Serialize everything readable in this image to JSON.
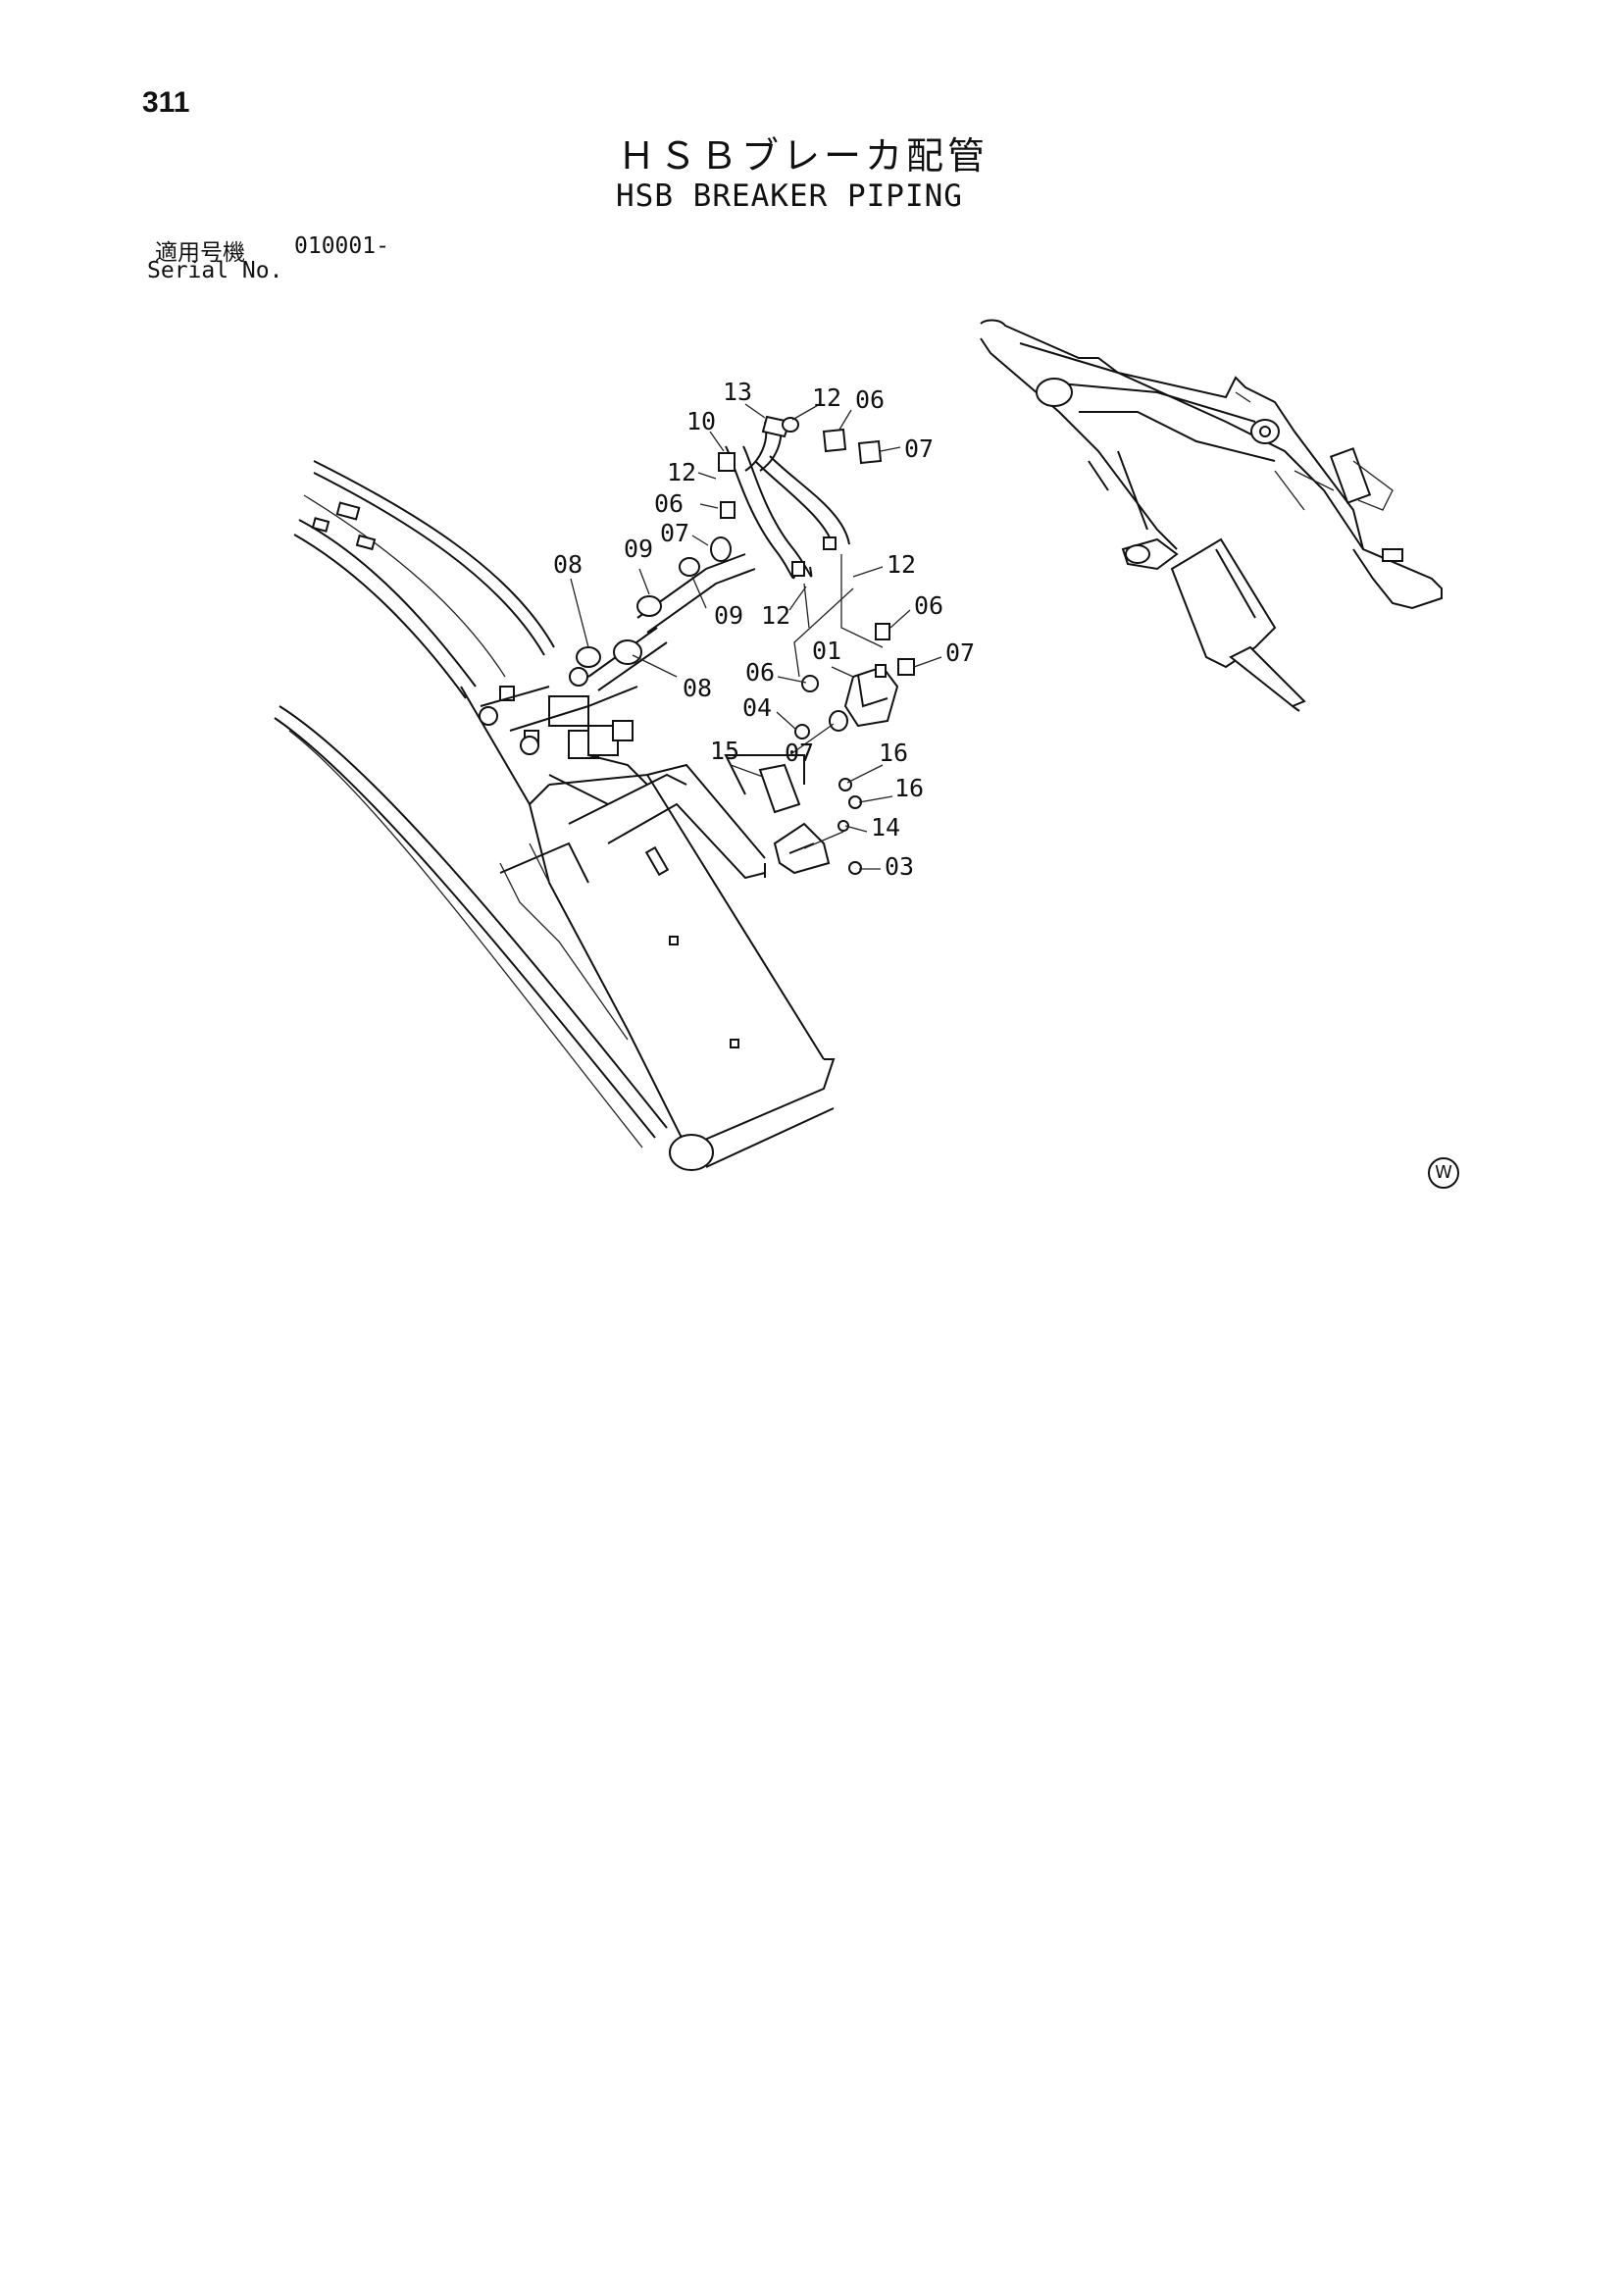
{
  "page": {
    "number": "311",
    "title_jp": "ＨＳＢブレーカ配管",
    "title_en": "HSB BREAKER PIPING",
    "serial_jp": "適用号機",
    "serial_value": "010001-",
    "serial_en": "Serial No.",
    "version_mark": "W"
  },
  "callouts": [
    {
      "id": "13a",
      "label": "13"
    },
    {
      "id": "12a",
      "label": "12"
    },
    {
      "id": "06a",
      "label": "06"
    },
    {
      "id": "10a",
      "label": "10"
    },
    {
      "id": "07a",
      "label": "07"
    },
    {
      "id": "12b",
      "label": "12"
    },
    {
      "id": "06b",
      "label": "06"
    },
    {
      "id": "07b",
      "label": "07"
    },
    {
      "id": "08a",
      "label": "08"
    },
    {
      "id": "09a",
      "label": "09"
    },
    {
      "id": "09b",
      "label": "09"
    },
    {
      "id": "12c",
      "label": "12"
    },
    {
      "id": "12d",
      "label": "12"
    },
    {
      "id": "06c",
      "label": "06"
    },
    {
      "id": "07c",
      "label": "07"
    },
    {
      "id": "06d",
      "label": "06"
    },
    {
      "id": "01a",
      "label": "01"
    },
    {
      "id": "04a",
      "label": "04"
    },
    {
      "id": "07d",
      "label": "07"
    },
    {
      "id": "08b",
      "label": "08"
    },
    {
      "id": "15a",
      "label": "15"
    },
    {
      "id": "16a",
      "label": "16"
    },
    {
      "id": "16b",
      "label": "16"
    },
    {
      "id": "14a",
      "label": "14"
    },
    {
      "id": "03a",
      "label": "03"
    }
  ]
}
